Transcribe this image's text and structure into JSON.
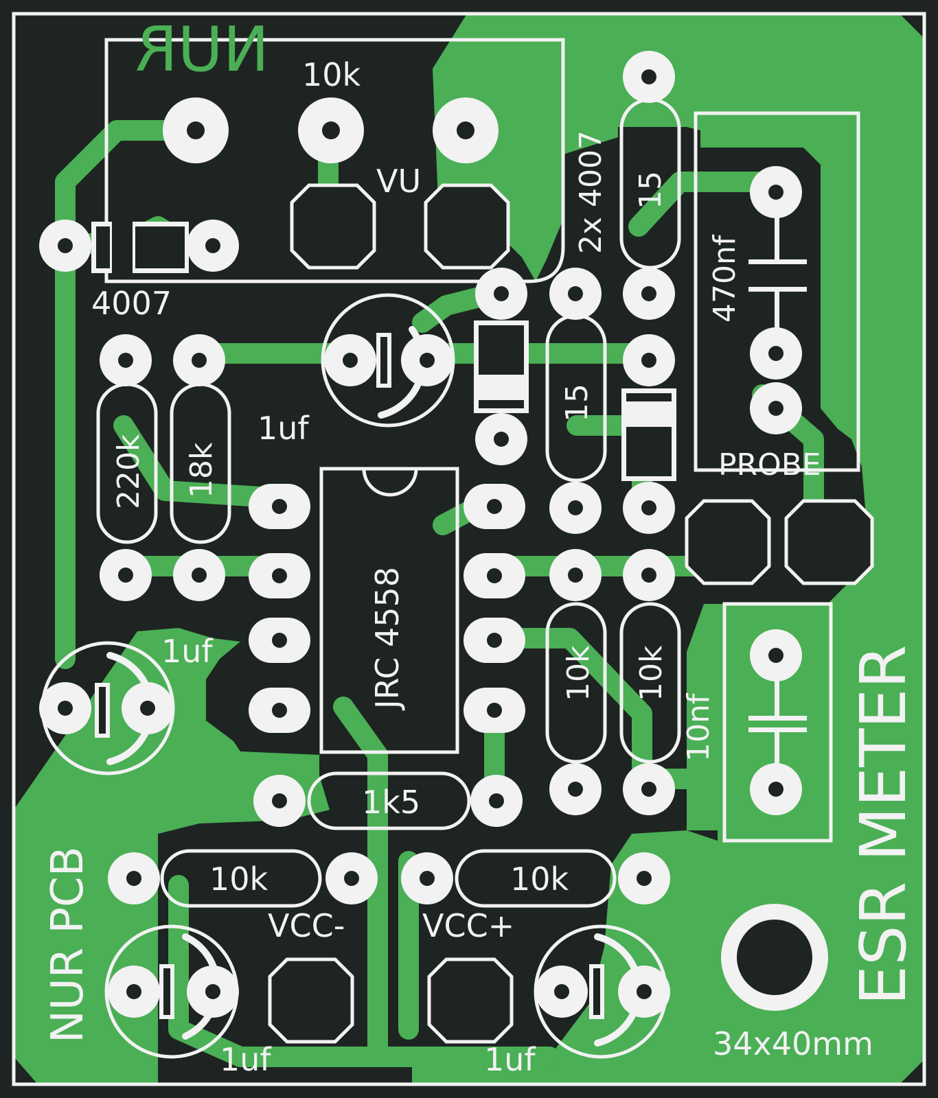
{
  "board": {
    "colors": {
      "background": "#1e2421",
      "copper": "#4aaf55",
      "silkscreen": "#f2f2f2",
      "outline": "#f2f2f2"
    }
  },
  "texts": {
    "mirror_brand": "NUR",
    "brand": "NUR PCB",
    "title": "ESR METER",
    "size": "34x40mm",
    "pot_value": "10k",
    "pot_label": "VU",
    "diode_left": "4007",
    "diode_pair": "2x 4007",
    "cap_top": "1uf",
    "cap_left": "1uf",
    "cap_bottom_left": "1uf",
    "cap_bottom_right": "1uf",
    "ic": "JRC 4558",
    "r_220k": "220k",
    "r_18k": "18k",
    "r_15_top": "15",
    "r_15_mid": "15",
    "r_10k_a": "10k",
    "r_10k_b": "10k",
    "r_10k_bottom_left": "10k",
    "r_10k_bottom_right": "10k",
    "r_1k5": "1k5",
    "cap_470nf": "470nf",
    "cap_10nf": "10nf",
    "probe": "PROBE",
    "vcc_minus": "VCC-",
    "vcc_plus": "VCC+"
  }
}
